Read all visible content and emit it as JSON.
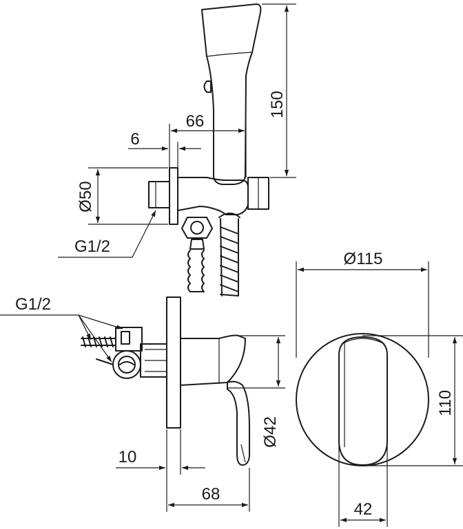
{
  "labels": {
    "handset_height": "150",
    "holder_projection": "66",
    "plate_thickness_top": "6",
    "holder_diameter": "Ø50",
    "thread_top": "G1/2",
    "thread_bottom": "G1/2",
    "plate_thickness_bottom": "10",
    "mixer_depth": "68",
    "lever_diameter": "Ø42",
    "rosette_diameter": "Ø115",
    "lever_height": "110",
    "lever_width": "42"
  }
}
